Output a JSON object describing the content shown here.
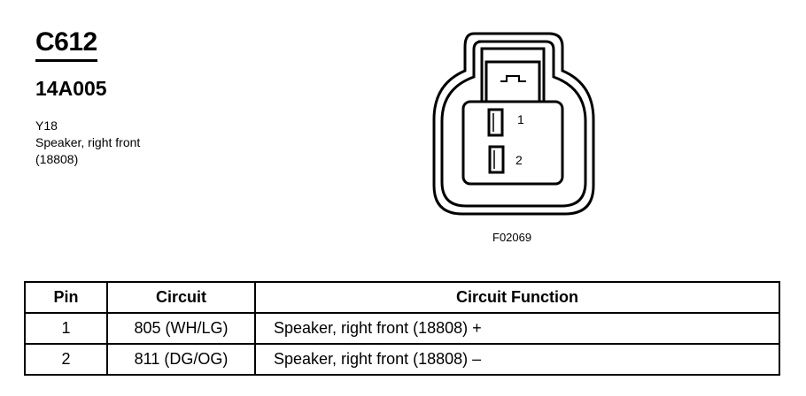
{
  "connector": {
    "id": "C612",
    "part_number": "14A005",
    "location": "Y18",
    "description": "Speaker, right front",
    "reference": "(18808)",
    "figure_id": "F02069",
    "pin_labels": [
      "1",
      "2"
    ]
  },
  "table": {
    "headers": {
      "pin": "Pin",
      "circuit": "Circuit",
      "function": "Circuit Function"
    },
    "rows": [
      {
        "pin": "1",
        "circuit": "805 (WH/LG)",
        "function": "Speaker, right front (18808) +"
      },
      {
        "pin": "2",
        "circuit": "811 (DG/OG)",
        "function": "Speaker, right front (18808) –"
      }
    ]
  }
}
